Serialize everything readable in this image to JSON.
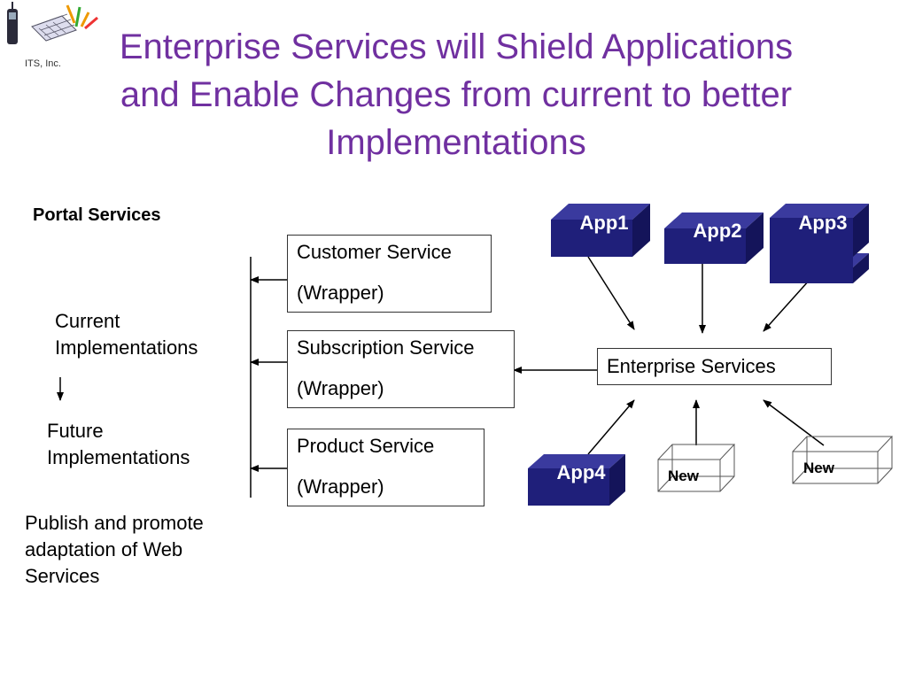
{
  "logo": {
    "company": "ITS, Inc.",
    "icon": "phone-keyboard-logo-icon"
  },
  "title": {
    "line1": "Enterprise Services will Shield Applications",
    "line2": "and Enable Changes from current to better",
    "line3": "Implementations"
  },
  "left_panel": {
    "portal_services": "Portal Services",
    "current_line1": "Current",
    "current_line2": "Implementations",
    "future_line1": "Future",
    "future_line2": "Implementations",
    "publish_line1": "Publish and promote",
    "publish_line2": "adaptation of Web",
    "publish_line3": "Services"
  },
  "services": [
    {
      "name": "Customer Service",
      "note": "(Wrapper)"
    },
    {
      "name": "Subscription Service",
      "note": "(Wrapper)"
    },
    {
      "name": "Product Service",
      "note": "(Wrapper)"
    }
  ],
  "enterprise_services": "Enterprise Services",
  "apps": {
    "app1": "App1",
    "app2": "App2",
    "app3": "App3",
    "app4": "App4"
  },
  "new_items": {
    "new1": "New",
    "new2": "New"
  },
  "colors": {
    "title": "#7030a0",
    "app_front": "#1f1f7a",
    "app_top": "#3a3a9e",
    "app_side": "#14145a"
  }
}
